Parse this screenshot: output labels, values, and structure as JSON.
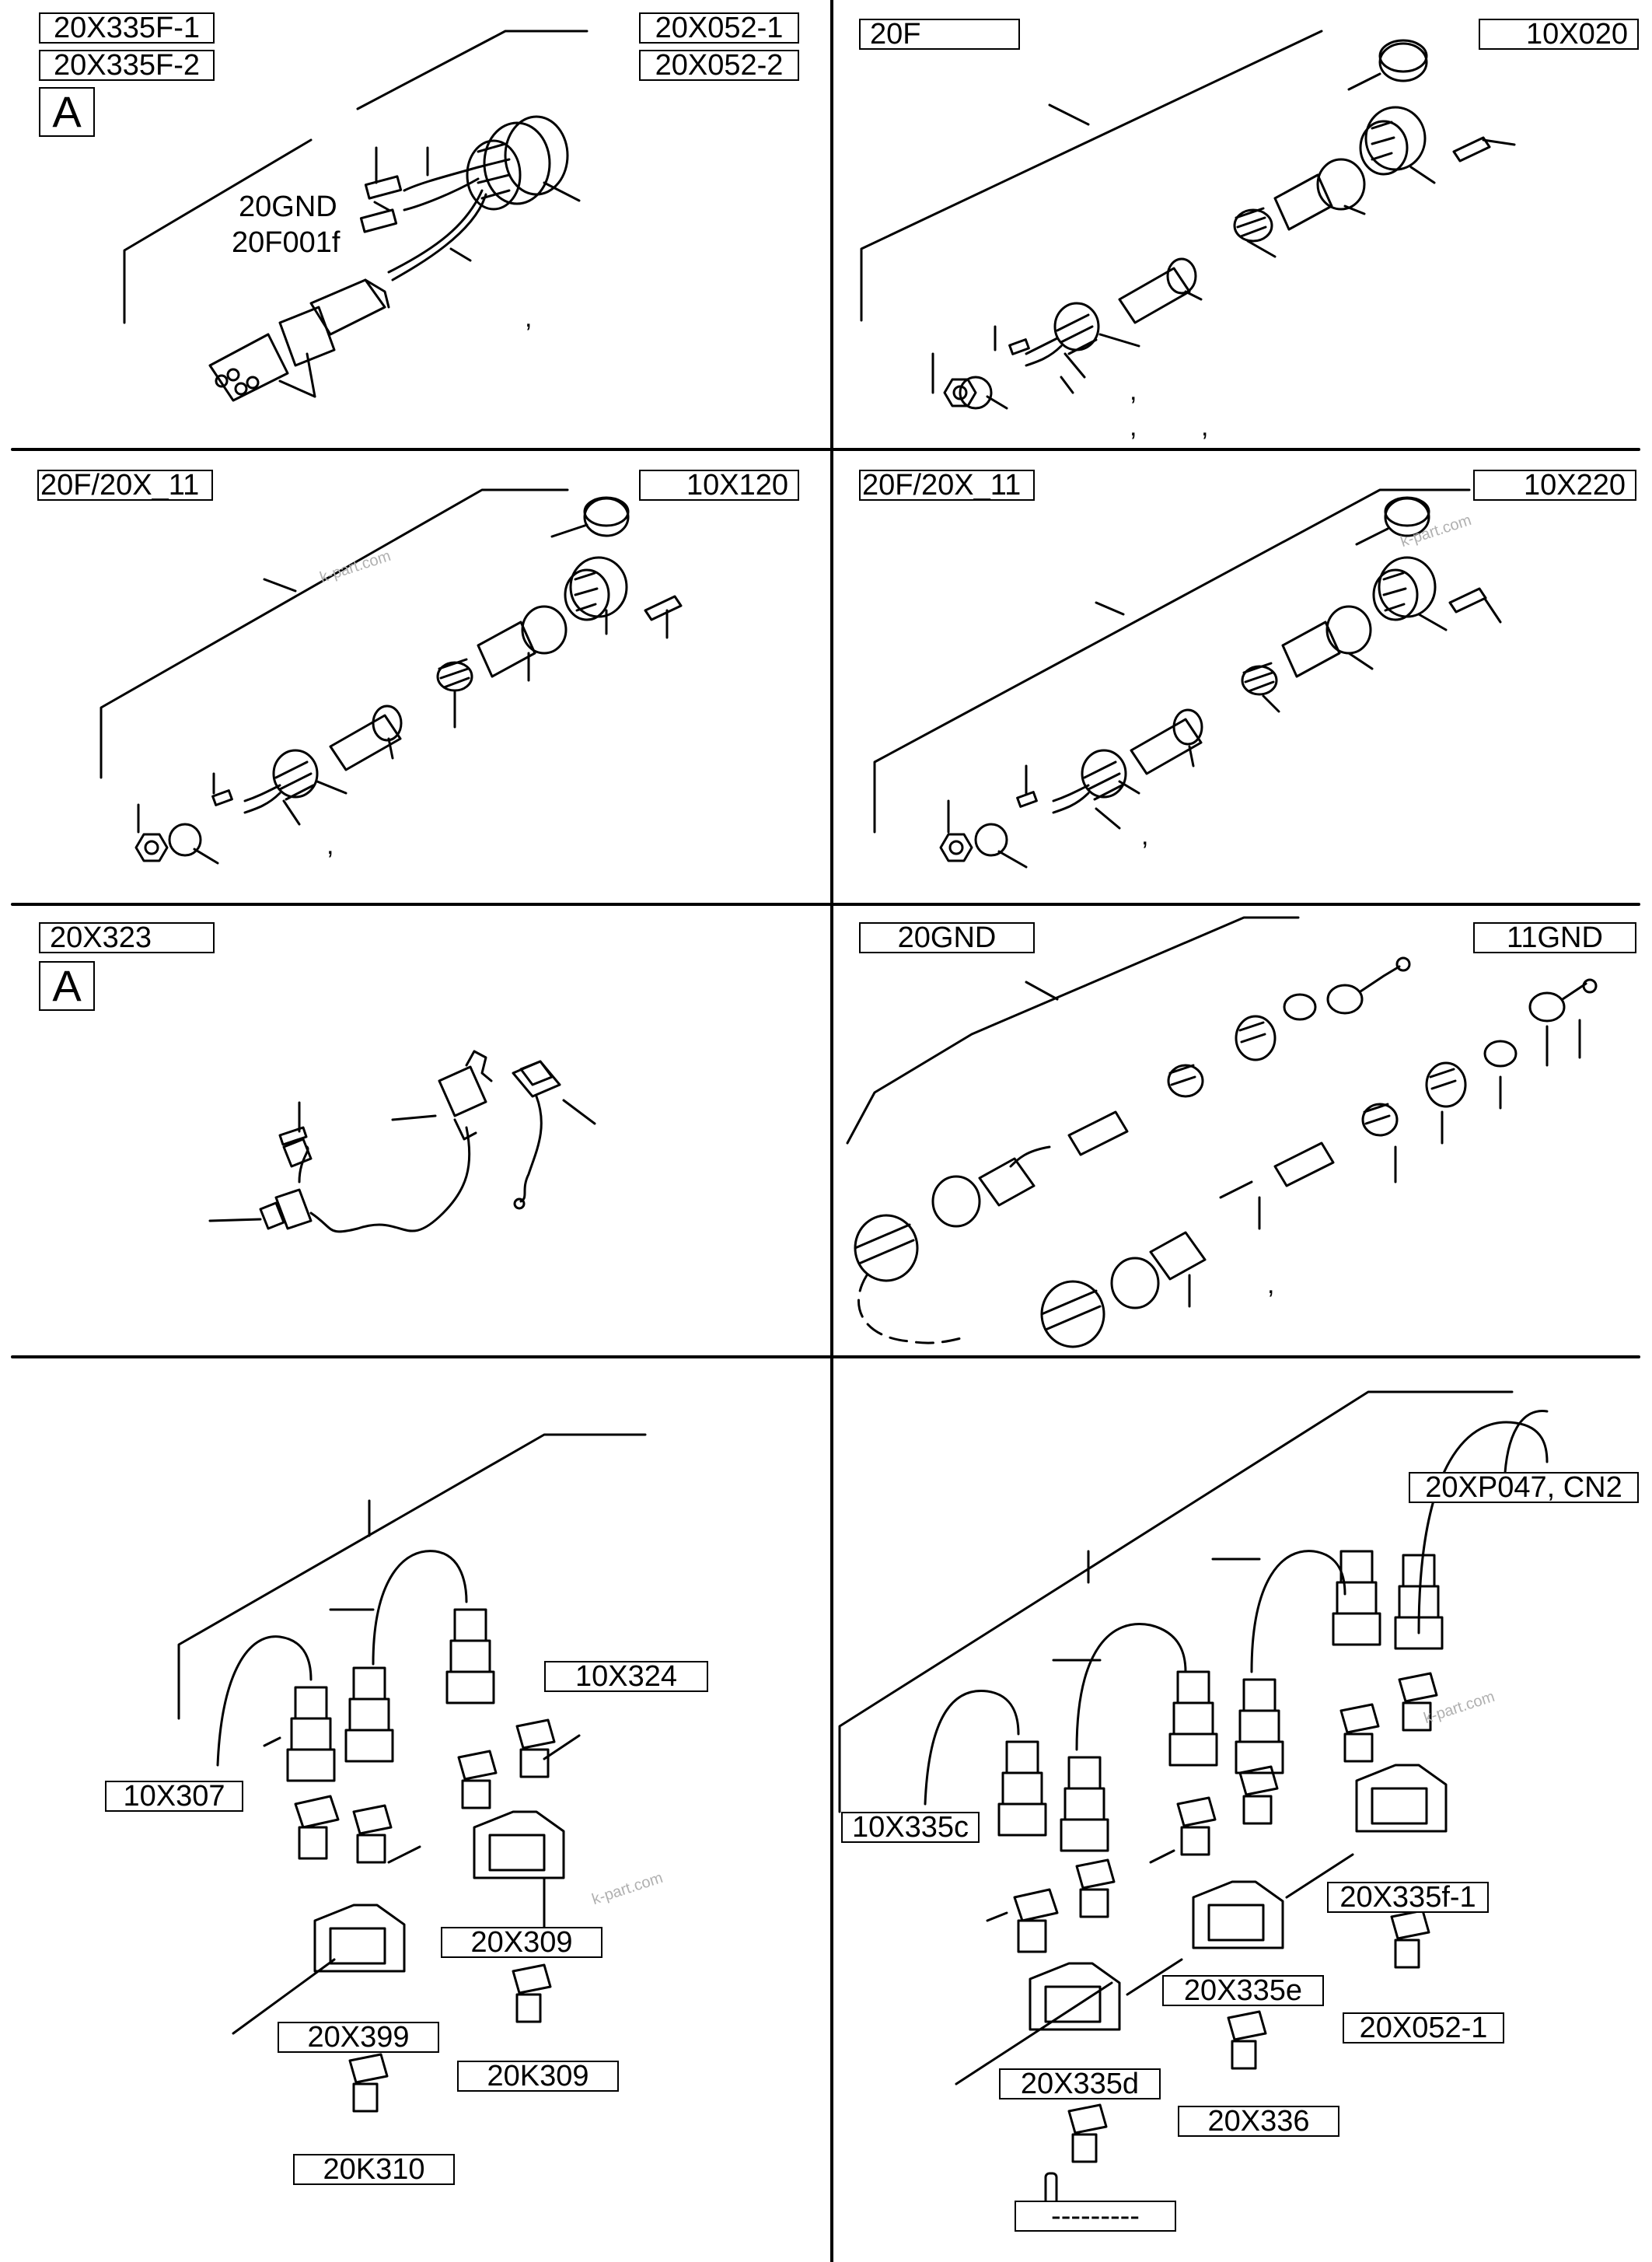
{
  "panels": {
    "p1": {
      "labels": [
        "20X335F-1",
        "20X335F-2",
        "20X052-1",
        "20X052-2"
      ],
      "box": "A",
      "wires": [
        "20GND",
        "20F001f"
      ]
    },
    "p2": {
      "labels": [
        "20F",
        "10X020"
      ]
    },
    "p3": {
      "labels": [
        "20F/20X_11",
        "10X120"
      ]
    },
    "p4": {
      "labels": [
        "20F/20X_11",
        "10X220"
      ]
    },
    "p5": {
      "labels": [
        "20X323"
      ],
      "box": "A"
    },
    "p6": {
      "labels": [
        "20GND",
        "11GND"
      ]
    },
    "p7": {
      "labels": [
        "10X324",
        "10X307",
        "20X309",
        "20X399",
        "20K309",
        "20K310"
      ]
    },
    "p8": {
      "labels": [
        "20XP047, CN2",
        "10X335c",
        "20X335f-1",
        "20X335e",
        "20X052-1",
        "20X335d",
        "20X336",
        "---------"
      ]
    }
  },
  "watermark": "k-part.com",
  "comma": ","
}
